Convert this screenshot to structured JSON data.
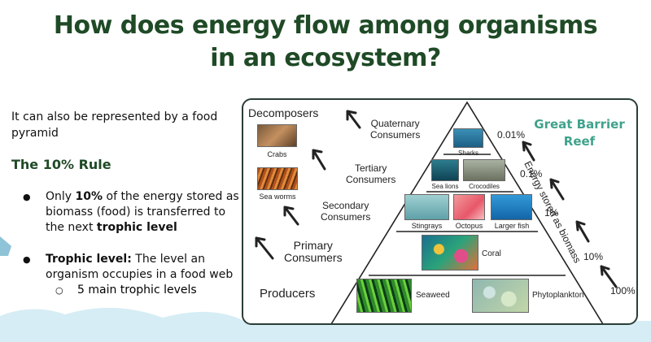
{
  "title_line1": "How does energy flow among organisms",
  "title_line2": "in an ecosystem?",
  "intro": "It can also be represented by a food pyramid",
  "rule_heading": "The 10% Rule",
  "bullet1": {
    "pre": "Only ",
    "bold1": "10%",
    "mid": " of the energy stored as biomass (food) is transferred to the next ",
    "bold2": "trophic level"
  },
  "bullet2": {
    "bold": "Trophic level:",
    "rest": " The level an organism occupies in a food web"
  },
  "sub_bullet": "5 main trophic levels",
  "pyramid": {
    "reef_line1": "Great Barrier",
    "reef_line2": "Reef",
    "energy_label": "Energy stored as biomass",
    "decomposers": {
      "label": "Decomposers",
      "items": [
        "Crabs",
        "Sea worms"
      ]
    },
    "levels": [
      {
        "label_line1": "Quaternary",
        "label_line2": "Consumers",
        "pct": "0.01%",
        "items": [
          "Sharks"
        ]
      },
      {
        "label_line1": "Tertiary",
        "label_line2": "Consumers",
        "pct": "0.1%",
        "items": [
          "Sea lions",
          "Crocodiles"
        ]
      },
      {
        "label_line1": "Secondary",
        "label_line2": "Consumers",
        "pct": "1%",
        "items": [
          "Stingrays",
          "Octopus",
          "Larger fish"
        ]
      },
      {
        "label_line1": "Primary",
        "label_line2": "Consumers",
        "pct": "10%",
        "items": [
          "Coral"
        ]
      },
      {
        "label_line1": "Producers",
        "label_line2": "",
        "pct": "100%",
        "items": [
          "Seaweed",
          "Phytoplankton"
        ]
      }
    ]
  },
  "colors": {
    "title": "#1f4a26",
    "reef": "#3fa28c",
    "sky": "#cfe9f3"
  }
}
